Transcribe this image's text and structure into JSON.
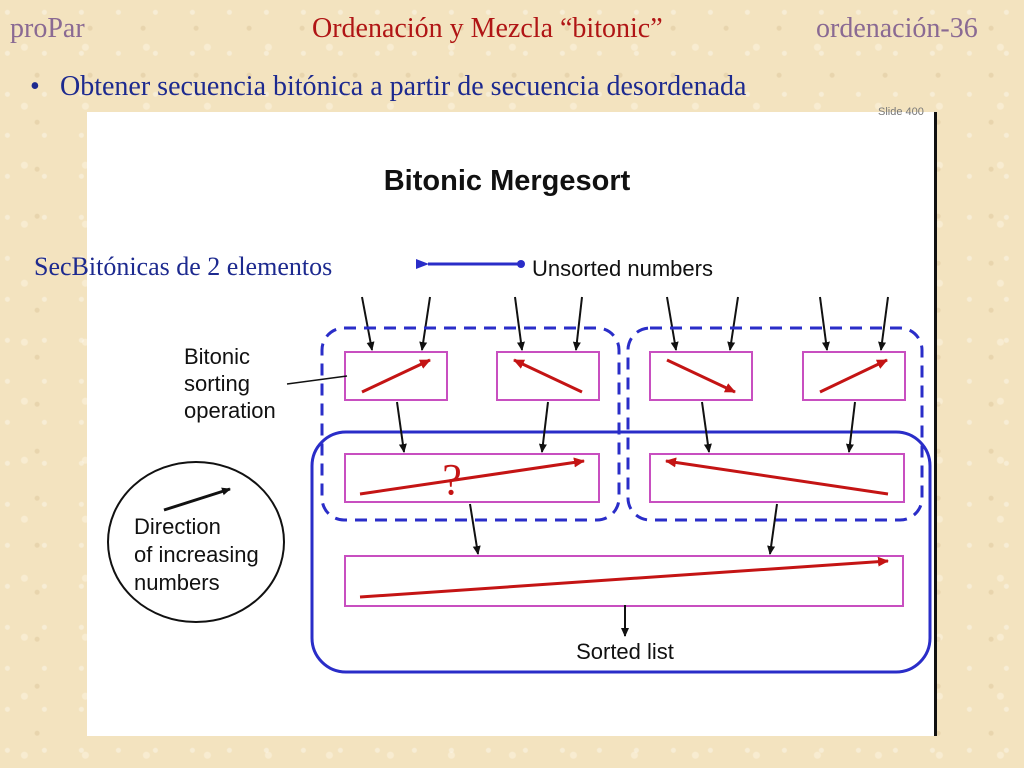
{
  "header": {
    "left": "proPar",
    "center": "Ordenación y Mezcla “bitonic”",
    "right": "ordenación-36"
  },
  "bullet": {
    "marker": "•",
    "text": "Obtener secuencia bitónica a partir de secuencia desordenada"
  },
  "diagram": {
    "slide_tag": "Slide 400",
    "title": "Bitonic Mergesort",
    "unsorted_label": "Unsorted numbers",
    "annotation": "SecBitónicas de 2 elementos",
    "sorting_op_label": [
      "Bitonic",
      "sorting",
      "operation"
    ],
    "direction_label": [
      "Direction",
      "of increasing",
      "numbers"
    ],
    "question_mark": "?",
    "sorted_label": "Sorted list"
  },
  "colors": {
    "header_side": "#8a6a93",
    "header_center": "#b01515",
    "bullet": "#1d2a8f",
    "box_border": "#c84fc0",
    "arrow_red": "#c41414",
    "group_blue": "#2a2dc8"
  }
}
